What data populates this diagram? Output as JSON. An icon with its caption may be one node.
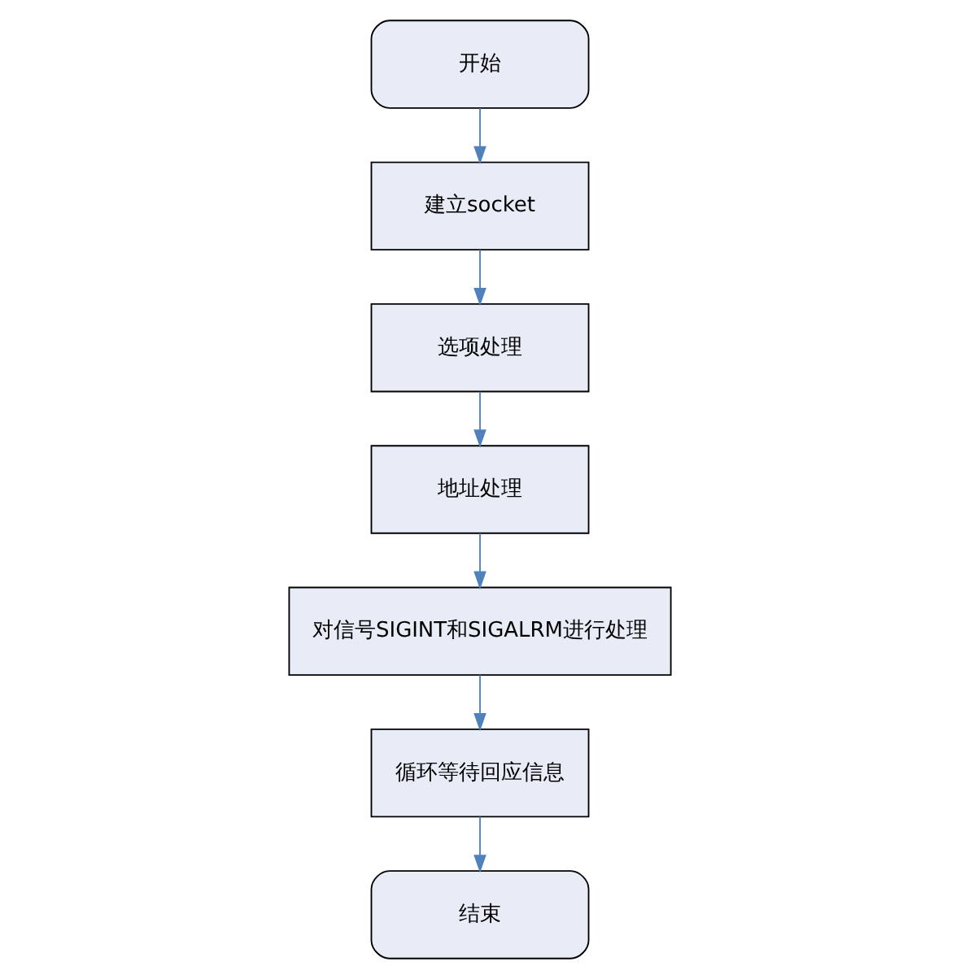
{
  "diagram": {
    "nodes": [
      {
        "text": [
          "开始"
        ]
      },
      {
        "text": [
          "建立socket"
        ]
      },
      {
        "text": [
          "选项处理"
        ]
      },
      {
        "text": [
          "地址处理"
        ]
      },
      {
        "text": [
          "对信号SIGINT和SIGALRM进行处理"
        ]
      },
      {
        "text": [
          "循环等待回应信息"
        ]
      },
      {
        "text": [
          "结束"
        ]
      }
    ],
    "edges": [
      {
        "from": 0,
        "to": 1,
        "arrow": "to"
      },
      {
        "from": 1,
        "to": 2,
        "arrow": "to"
      },
      {
        "from": 2,
        "to": 3,
        "arrow": "to"
      },
      {
        "from": 3,
        "to": 4,
        "arrow": "to"
      },
      {
        "from": 4,
        "to": 5,
        "arrow": "to"
      },
      {
        "from": 5,
        "to": 6,
        "arrow": "to"
      }
    ]
  }
}
